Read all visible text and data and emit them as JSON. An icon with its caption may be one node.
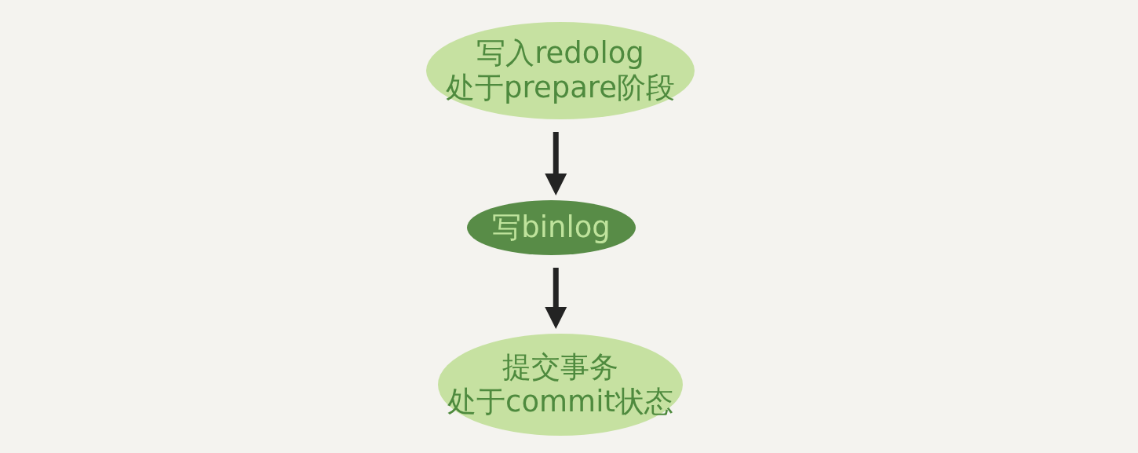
{
  "diagram": {
    "nodes": [
      {
        "text": [
          "写入redolog",
          "处于prepare阶段"
        ]
      },
      {
        "text": [
          "写binlog"
        ]
      },
      {
        "text": [
          "提交事务",
          "处于commit状态"
        ]
      }
    ],
    "edges": [
      {
        "from": 0,
        "to": 1,
        "arrow": "to"
      },
      {
        "from": 1,
        "to": 2,
        "arrow": "to"
      }
    ]
  }
}
